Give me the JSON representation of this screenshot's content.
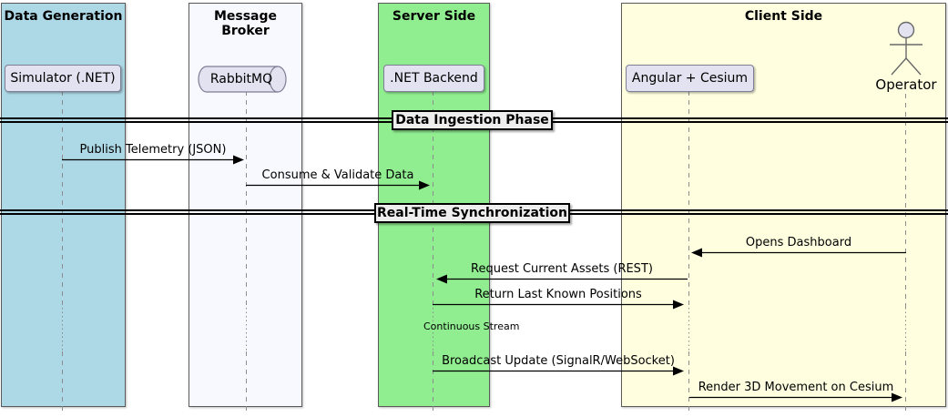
{
  "diagram": {
    "type": "sequence-diagram",
    "groups": [
      {
        "label": "Data Generation",
        "color": "#ADD8E6"
      },
      {
        "label": "Message Broker",
        "color": "#F8F8FF"
      },
      {
        "label": "Server Side",
        "color": "#90EE90"
      },
      {
        "label": "Client Side",
        "color": "#FFFFE0"
      }
    ],
    "participants": [
      {
        "label": "Simulator (.NET)",
        "type": "participant",
        "group": "Data Generation"
      },
      {
        "label": "RabbitMQ",
        "type": "queue",
        "group": "Message Broker"
      },
      {
        "label": ".NET Backend",
        "type": "participant",
        "group": "Server Side"
      },
      {
        "label": "Angular + Cesium",
        "type": "participant",
        "group": "Client Side"
      },
      {
        "label": "Operator",
        "type": "actor",
        "group": "Client Side"
      }
    ],
    "dividers": [
      {
        "label": "Data Ingestion Phase"
      },
      {
        "label": "Real-Time Synchronization"
      }
    ],
    "messages": [
      {
        "label": "Publish Telemetry (JSON)",
        "from": "Simulator (.NET)",
        "to": "RabbitMQ"
      },
      {
        "label": "Consume & Validate Data",
        "from": "RabbitMQ",
        "to": ".NET Backend"
      },
      {
        "label": "Opens Dashboard",
        "from": "Operator",
        "to": "Angular + Cesium"
      },
      {
        "label": "Request Current Assets (REST)",
        "from": "Angular + Cesium",
        "to": ".NET Backend"
      },
      {
        "label": "Return Last Known Positions",
        "from": ".NET Backend",
        "to": "Angular + Cesium"
      },
      {
        "label": "Broadcast Update (SignalR/WebSocket)",
        "from": ".NET Backend",
        "to": "Angular + Cesium"
      },
      {
        "label": "Render 3D Movement on Cesium",
        "from": "Angular + Cesium",
        "to": "Operator"
      }
    ],
    "delay_label": "Continuous Stream",
    "colors": {
      "participant_fill": "#E2E2F0",
      "participant_border": "#7e7e95",
      "divider_fill": "#EEEEEE",
      "lifeline": "#8c8c8c",
      "arrow": "#000000"
    }
  }
}
